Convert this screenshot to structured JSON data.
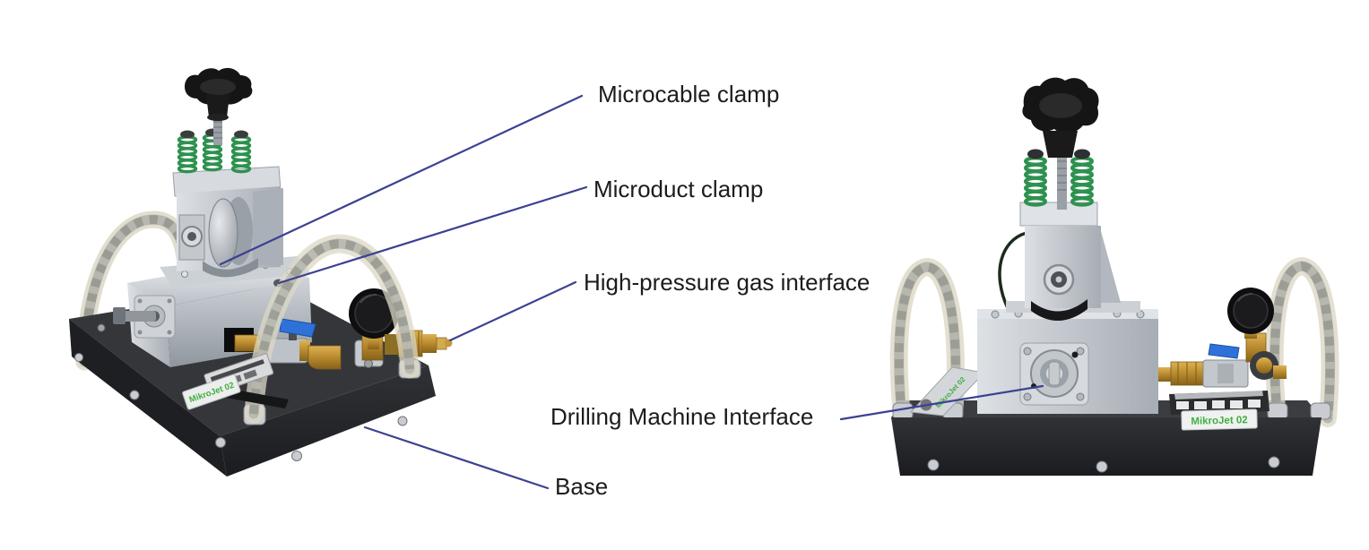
{
  "figure": {
    "annotations": {
      "microcable": "Microcable clamp",
      "microduct": "Microduct clamp",
      "gas": "High-pressure gas interface",
      "drill": "Drilling Machine Interface",
      "base": "Base"
    },
    "device_label": "MikroJet 02",
    "colors": {
      "callout_line": "#3b4192",
      "label_text": "#1c1c1c",
      "spring_green": "#2e9150",
      "brass": "#b98a2e",
      "valve_blue": "#2e72d9",
      "device_label_green": "#3fae3f"
    }
  }
}
